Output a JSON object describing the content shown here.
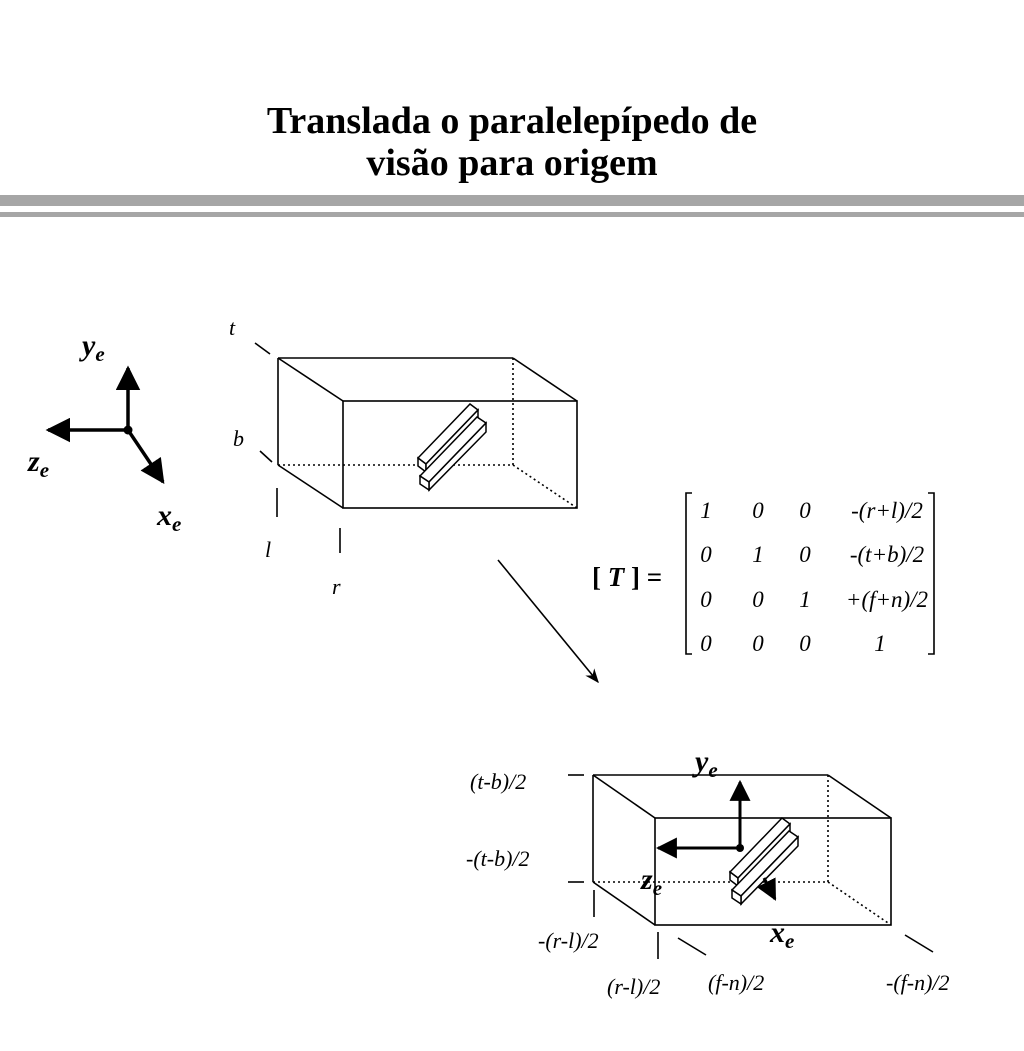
{
  "title": {
    "line1": "Translada o paralelepípedo de",
    "line2": "visão para origem"
  },
  "axes_top": {
    "y": "y",
    "y_sub": "e",
    "z": "z",
    "z_sub": "e",
    "x": "x",
    "x_sub": "e"
  },
  "box_top_labels": {
    "t": "t",
    "b": "b",
    "l": "l",
    "r": "r"
  },
  "matrix": {
    "name_open": "[",
    "name": "T",
    "name_close": "] =",
    "rows": [
      [
        "1",
        "0",
        "0",
        "-(r+l)/2"
      ],
      [
        "0",
        "1",
        "0",
        "-(t+b)/2"
      ],
      [
        "0",
        "0",
        "1",
        "+(f+n)/2"
      ],
      [
        "0",
        "0",
        "0",
        "1"
      ]
    ]
  },
  "box_bottom_labels": {
    "top": "(t-b)/2",
    "bottom": "-(t-b)/2",
    "left": "-(r-l)/2",
    "right": "(r-l)/2",
    "near": "(f-n)/2",
    "far": "-(f-n)/2"
  },
  "axes_bottom": {
    "y": "y",
    "y_sub": "e",
    "z": "z",
    "z_sub": "e",
    "x": "x",
    "x_sub": "e"
  },
  "colors": {
    "rule": "#a6a6a6",
    "ink": "#000000"
  }
}
